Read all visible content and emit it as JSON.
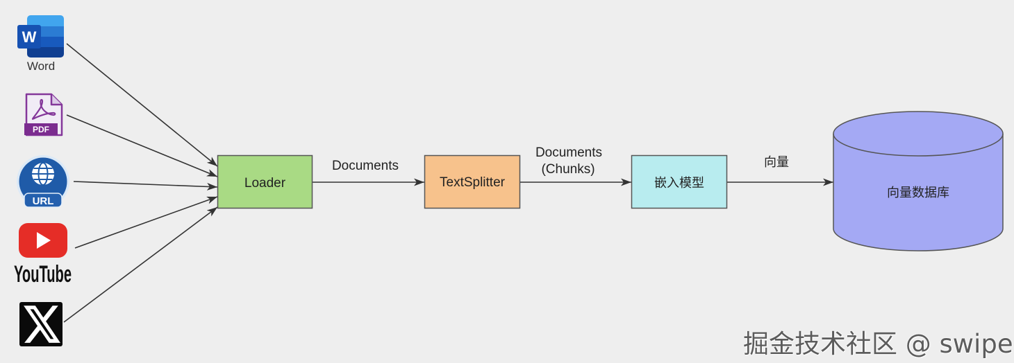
{
  "sources": {
    "word": {
      "icon": "word-icon",
      "badge_letter": "W",
      "label": "Word"
    },
    "pdf": {
      "icon": "pdf-file-icon",
      "badge": "PDF"
    },
    "url": {
      "icon": "globe-icon",
      "badge": "URL"
    },
    "youtube": {
      "icon": "youtube-play-icon",
      "label": "YouTube"
    },
    "x": {
      "icon": "x-logo-icon"
    }
  },
  "nodes": {
    "loader": {
      "label": "Loader",
      "color": "#a9da84"
    },
    "text_splitter": {
      "label": "TextSplitter",
      "color": "#f7c28c"
    },
    "embedding_model": {
      "label": "嵌入模型",
      "color": "#b8ecef"
    },
    "vector_db": {
      "label": "向量数据库",
      "color": "#a4a9f4"
    }
  },
  "edges": {
    "loader_to_text_splitter": {
      "label": "Documents"
    },
    "text_splitter_to_embedding_model": {
      "label_line1": "Documents",
      "label_line2": "(Chunks)"
    },
    "embedding_model_to_vector_db": {
      "label": "向量"
    }
  },
  "watermark": {
    "text": "掘金技术社区 @ swipe"
  }
}
